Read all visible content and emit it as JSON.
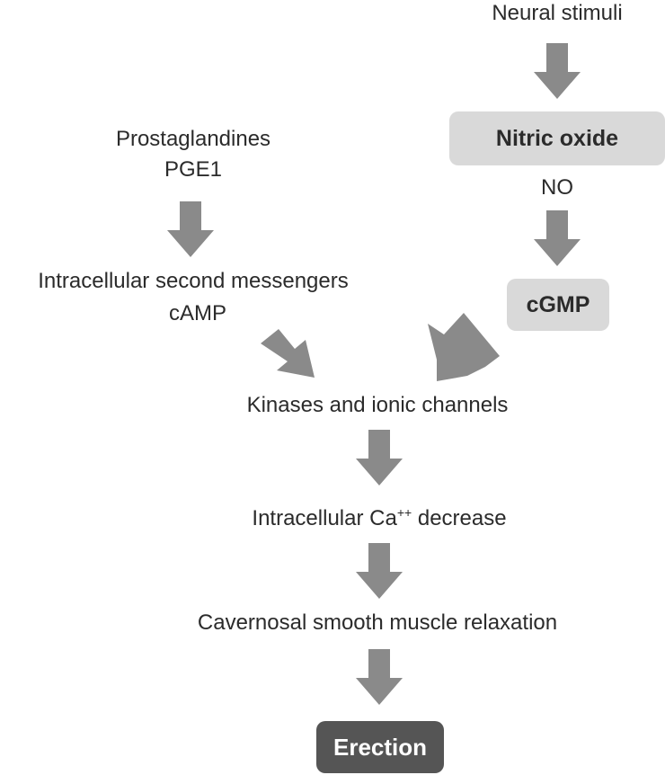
{
  "nodes": {
    "neural_stimuli": "Neural stimuli",
    "nitric_oxide": "Nitric oxide",
    "no": "NO",
    "cgmp": "cGMP",
    "prostaglandines": "Prostaglandines",
    "pge1": "PGE1",
    "second_messengers": "Intracellular second messengers",
    "camp": "cAMP",
    "kinases": "Kinases and ionic channels",
    "calcium_prefix": "Intracellular Ca",
    "calcium_sup": "++",
    "calcium_suffix": " decrease",
    "relaxation": "Cavernosal smooth muscle relaxation",
    "erection": "Erection"
  },
  "colors": {
    "arrow": "#8a8a8a",
    "box_light": "#d9d9d9",
    "box_dark": "#555555",
    "text": "#2b2b2b"
  }
}
